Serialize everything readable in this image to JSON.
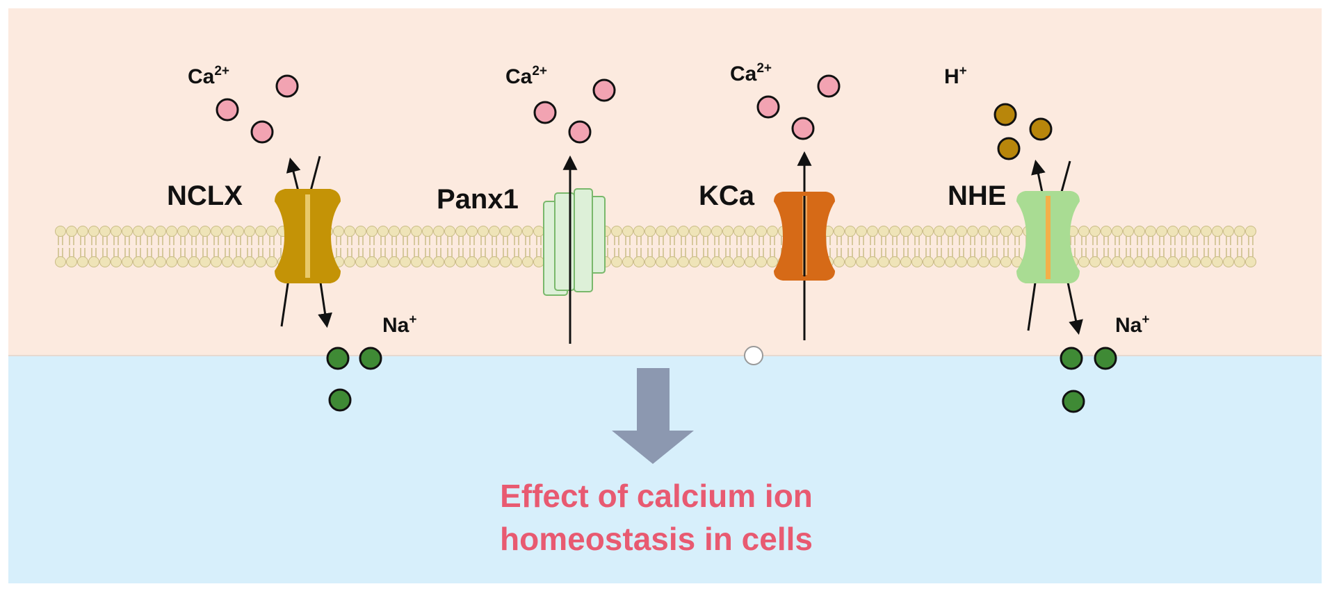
{
  "colors": {
    "upper_region": "#FCEADF",
    "lower_region": "#D7EFFB",
    "lipid_head": "#EFE4B8",
    "lipid_edge": "#C9BC86",
    "calcium_ion": "#F2A3B2",
    "hydrogen_ion": "#B8860B",
    "sodium_ion": "#3F8A35",
    "nclx": "#C49306",
    "panx1": "#DDF0D8",
    "kca": "#D66A17",
    "nhe": "#A9DC93",
    "arrow_block": "#8C98B0",
    "caption": "#E85A71"
  },
  "channels": [
    {
      "id": "nclx",
      "label": "NCLX",
      "upper_ion": {
        "symbol": "Ca",
        "charge": "2+"
      },
      "lower_ion": {
        "symbol": "Na",
        "charge": "+"
      }
    },
    {
      "id": "panx1",
      "label": "Panx1",
      "upper_ion": {
        "symbol": "Ca",
        "charge": "2+"
      }
    },
    {
      "id": "kca",
      "label": "KCa",
      "upper_ion": {
        "symbol": "Ca",
        "charge": "2+"
      }
    },
    {
      "id": "nhe",
      "label": "NHE",
      "upper_ion": {
        "symbol": "H",
        "charge": "+"
      },
      "lower_ion": {
        "symbol": "Na",
        "charge": "+"
      }
    }
  ],
  "caption": {
    "line1": "Effect of calcium ion",
    "line2": "homeostasis in cells"
  }
}
